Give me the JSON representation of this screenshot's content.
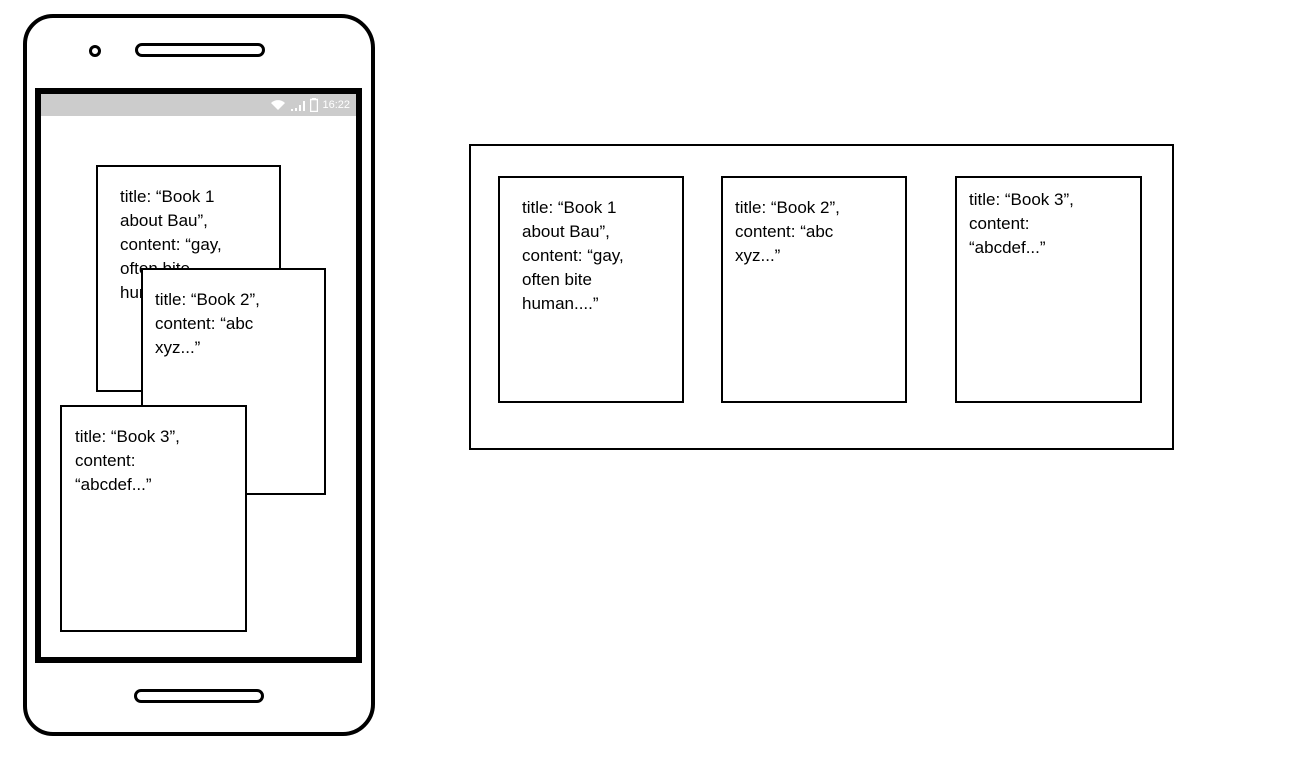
{
  "phone": {
    "status_bar": {
      "icons": [
        "wifi-icon",
        "signal-icon",
        "battery-icon"
      ],
      "time": "16:22",
      "background": "#cccccc"
    },
    "cards": [
      {
        "text": "title: “Book 1\nabout Bau”,\ncontent: “gay,\noften bite\nhuman....”"
      },
      {
        "text": "title: “Book 2”,\ncontent: “abc\nxyz...”"
      },
      {
        "text": "title: “Book 3”,\ncontent:\n“abcdef...”"
      }
    ]
  },
  "tablet_frame": {
    "cards": [
      {
        "text": "title: “Book 1\nabout Bau”,\ncontent: “gay,\noften bite\nhuman....”"
      },
      {
        "text": "title: “Book 2”,\ncontent: “abc\nxyz...”"
      },
      {
        "text": "title: “Book 3”,\ncontent:\n“abcdef...”"
      }
    ]
  }
}
